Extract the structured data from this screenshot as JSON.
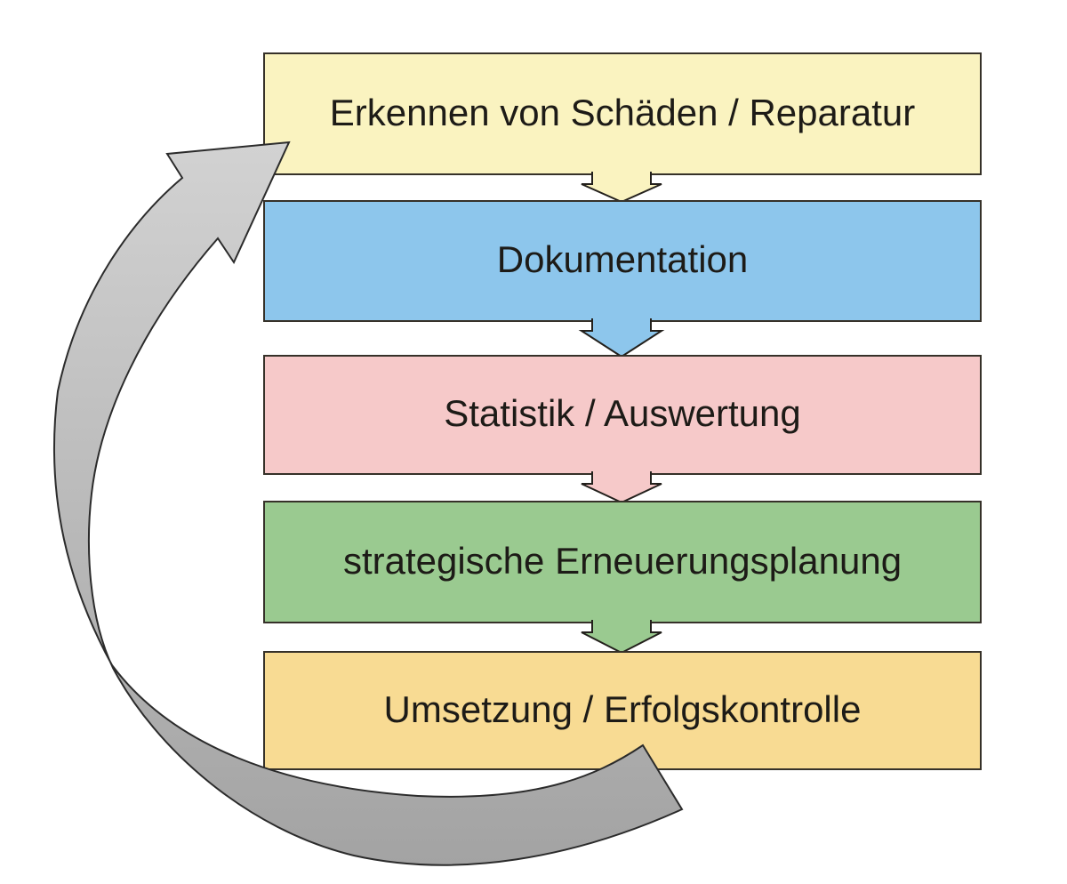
{
  "background_color": "#FFFFFF",
  "box_border_color": "#363129",
  "text_color": "#1D1B17",
  "stages": [
    {
      "label": "Erkennen von Schäden / Reparatur",
      "color": "#FAF3C0"
    },
    {
      "label": "Dokumentation",
      "color": "#8DC6EC"
    },
    {
      "label": "Statistik / Auswertung",
      "color": "#F6C9C9"
    },
    {
      "label": "strategische Erneuerungsplanung",
      "color": "#9ACA90"
    },
    {
      "label": "Umsetzung / Erfolgskontrolle",
      "color": "#F8DB93"
    }
  ],
  "flow_connectors": [
    {
      "from": "Erkennen von Schäden / Reparatur",
      "to": "Dokumentation"
    },
    {
      "from": "Dokumentation",
      "to": "Statistik / Auswertung"
    },
    {
      "from": "Statistik / Auswertung",
      "to": "strategische Erneuerungsplanung"
    },
    {
      "from": "strategische Erneuerungsplanung",
      "to": "Umsetzung / Erfolgskontrolle"
    }
  ],
  "cycle_arrow": {
    "from": "Umsetzung / Erfolgskontrolle",
    "to": "Erkennen von Schäden / Reparatur",
    "color_light": "#D2D2D2",
    "color_dark": "#A3A3A3",
    "outline_color": "#2B2B2B"
  }
}
